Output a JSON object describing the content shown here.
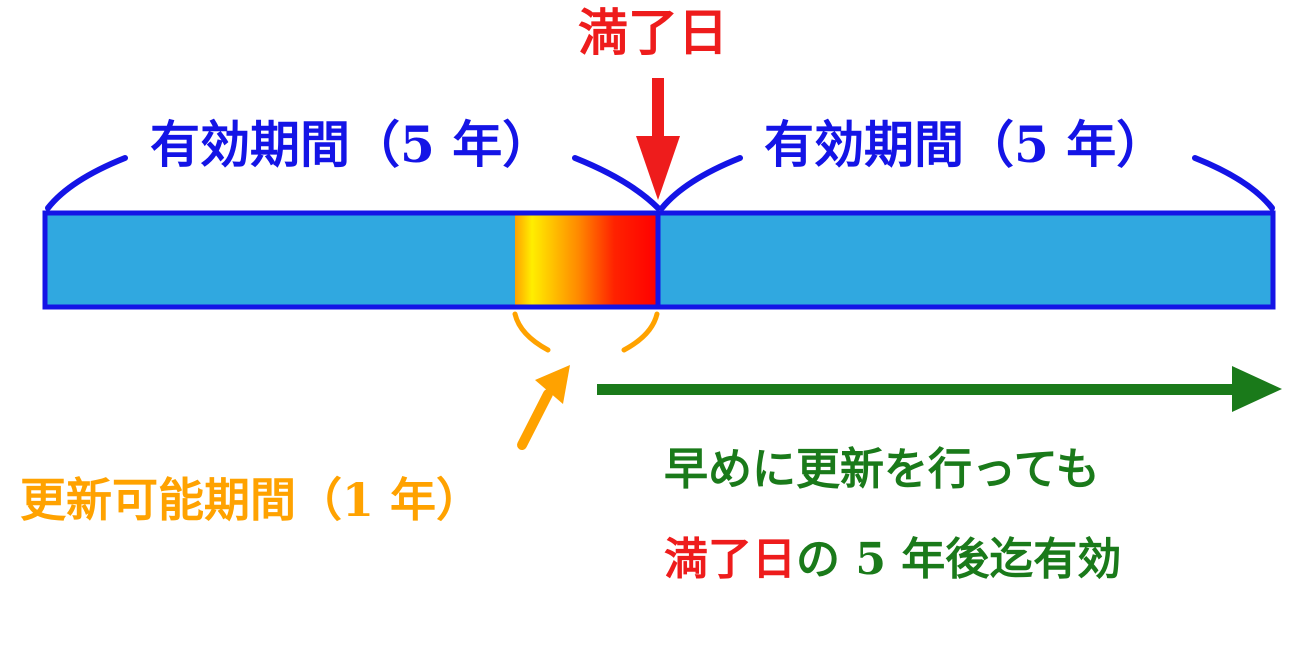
{
  "expiry_label": "満了日",
  "validity_period_label": "有効期間（5 年）",
  "renewal_window_label": "更新可能期間（1 年）",
  "note_line1": "早めに更新を行っても",
  "note_line2_red": "満了日",
  "note_line2_green": "の 5 年後迄有効",
  "colors": {
    "bar_fill": "#30a8e0",
    "bar_border": "#1414e6",
    "expiry_red": "#ee1c1c",
    "renewal_orange": "#ffa200",
    "renewal_yellow": "#ffee00",
    "note_green": "#1a7a1a"
  }
}
